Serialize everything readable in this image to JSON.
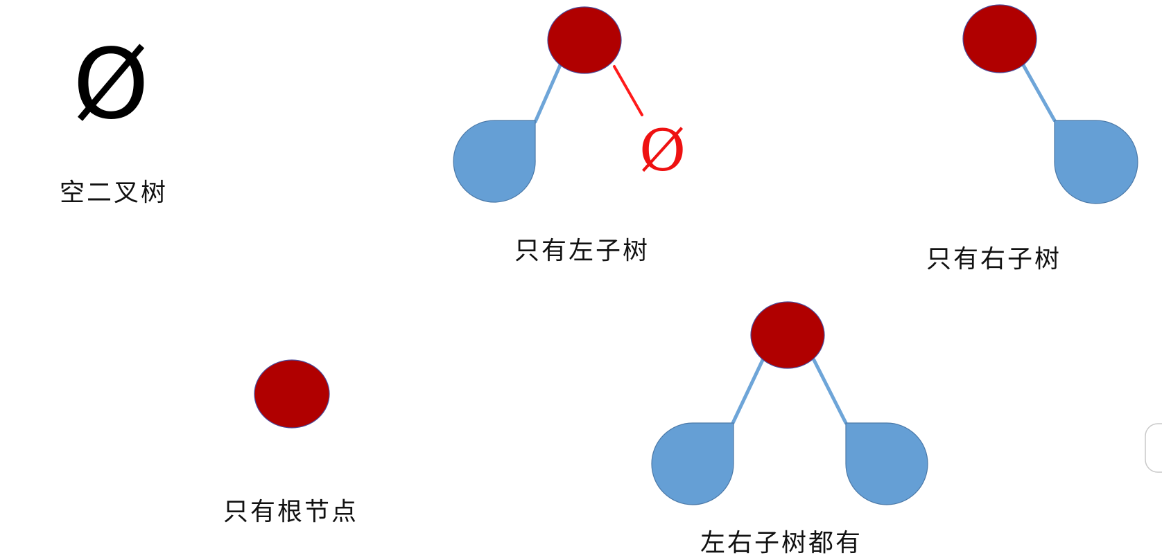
{
  "diagram": {
    "empty_tree": {
      "symbol": "Ø",
      "label": "空二叉树"
    },
    "left_only": {
      "label": "只有左子树",
      "empty_right_symbol": "Ø"
    },
    "right_only": {
      "label": "只有右子树"
    },
    "root_only": {
      "label": "只有根节点"
    },
    "both_subtrees": {
      "label": "左右子树都有"
    }
  },
  "colors": {
    "root_node": "#b00000",
    "subtree": "#659fd5",
    "edge": "#6ea5d8",
    "annotation": "#ff1a1a"
  }
}
